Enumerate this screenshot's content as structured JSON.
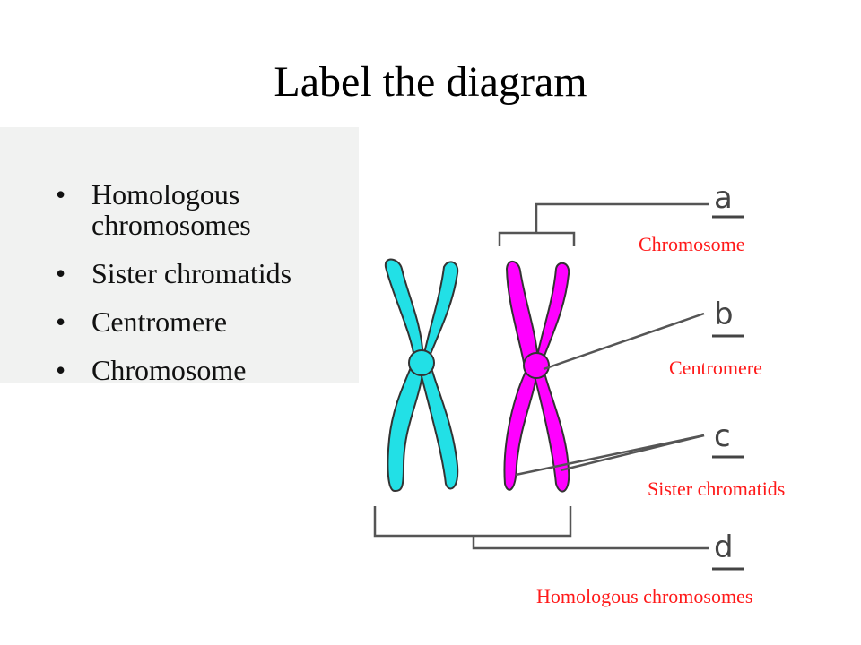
{
  "title": "Label the diagram",
  "bullets": [
    "Homologous chromosomes",
    "Sister chromatids",
    "Centromere",
    "Chromosome"
  ],
  "diagram": {
    "letters": [
      "a",
      "b",
      "c",
      "d"
    ],
    "labels": {
      "chromosome": "Chromosome",
      "centromere": "Centromere",
      "sister_chromatids": "Sister chromatids",
      "homologous_chromosomes": "Homologous chromosomes"
    },
    "colors": {
      "left_chromosome": "#22e0e6",
      "right_chromosome": "#ff00ff",
      "label_text": "#ff1a1a",
      "lines": "#555555"
    }
  }
}
